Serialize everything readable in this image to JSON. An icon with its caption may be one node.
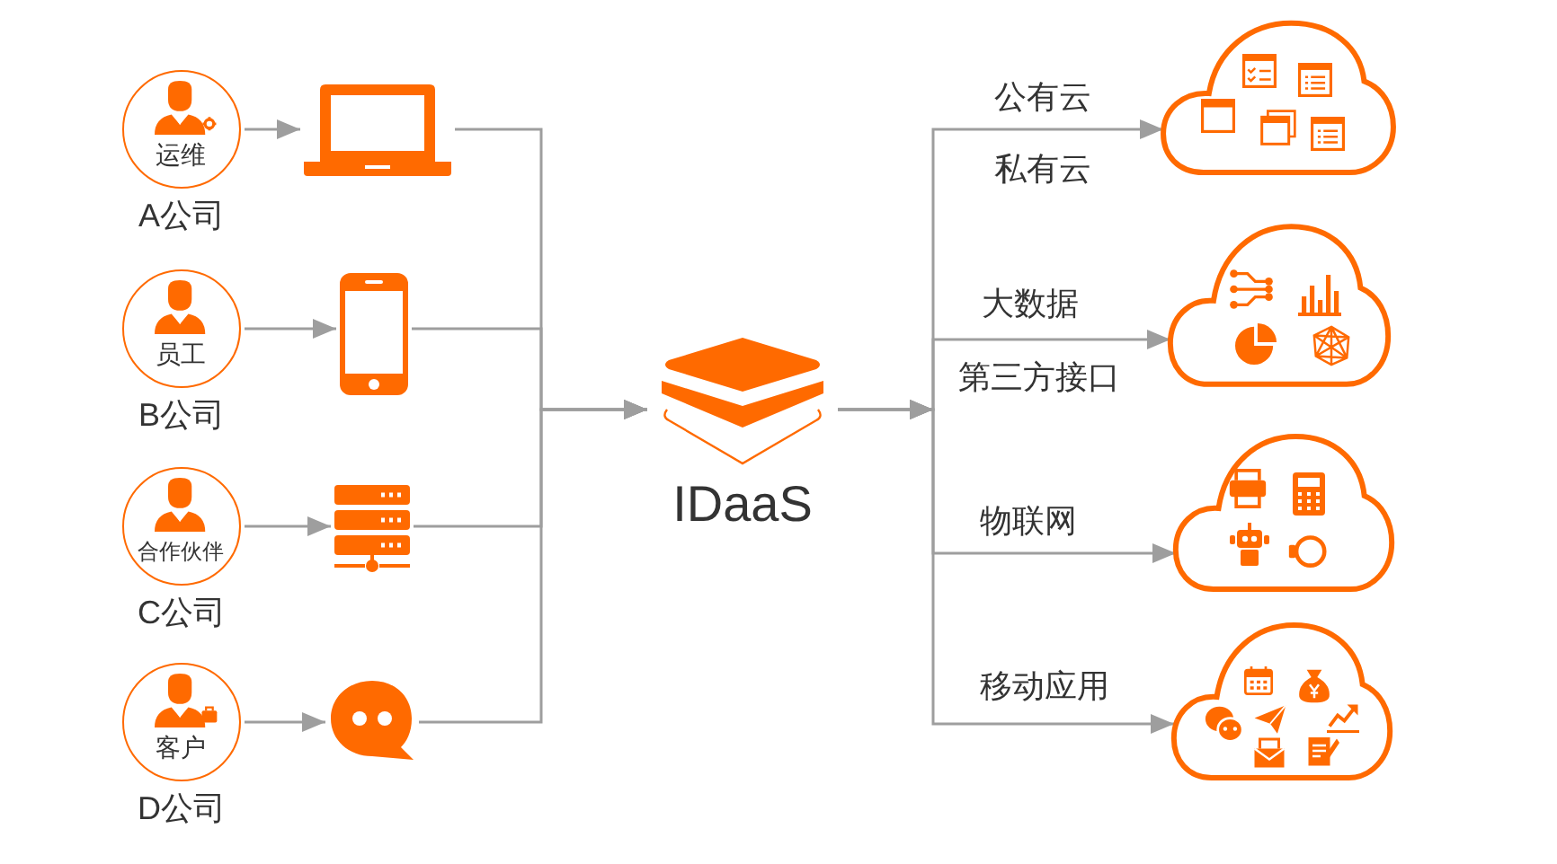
{
  "diagram": {
    "nodes": [
      {
        "text": [
          "运维"
        ],
        "beside": [
          "A公司"
        ]
      },
      {
        "text": [],
        "shape": "picture"
      },
      {
        "text": [
          "员工"
        ],
        "beside": [
          "B公司"
        ]
      },
      {
        "text": [],
        "shape": "picture"
      },
      {
        "text": [
          "合作伙伴"
        ],
        "beside": [
          "C公司"
        ]
      },
      {
        "text": [],
        "shape": "picture"
      },
      {
        "text": [
          "客户"
        ],
        "beside": [
          "D公司"
        ]
      },
      {
        "text": [],
        "shape": "picture"
      },
      {
        "text": [
          "IDaaS"
        ]
      },
      {
        "text": [],
        "shape": "cloud"
      },
      {
        "text": [],
        "shape": "cloud"
      },
      {
        "text": [],
        "shape": "cloud"
      },
      {
        "text": [],
        "shape": "cloud"
      }
    ],
    "edges": [
      {
        "from": 0,
        "to": 1,
        "arrow": "to"
      },
      {
        "from": 2,
        "to": 3,
        "arrow": "to"
      },
      {
        "from": 4,
        "to": 5,
        "arrow": "to"
      },
      {
        "from": 6,
        "to": 7,
        "arrow": "to"
      },
      {
        "from": 1,
        "to": 8,
        "arrow": "to"
      },
      {
        "from": 3,
        "to": 8,
        "arrow": "to"
      },
      {
        "from": 5,
        "to": 8,
        "arrow": "to"
      },
      {
        "from": 7,
        "to": 8,
        "arrow": "to"
      },
      {
        "from": 8,
        "to": 9,
        "arrow": "to",
        "label": "公有云"
      },
      {
        "from": 8,
        "to": 10,
        "arrow": "to",
        "label": "大数据"
      },
      {
        "from": 8,
        "to": 11,
        "arrow": "to",
        "label": "物联网"
      },
      {
        "from": 8,
        "to": 12,
        "arrow": "to",
        "label": "移动应用"
      }
    ],
    "labels": [
      "私有云",
      "第三方接口"
    ]
  }
}
